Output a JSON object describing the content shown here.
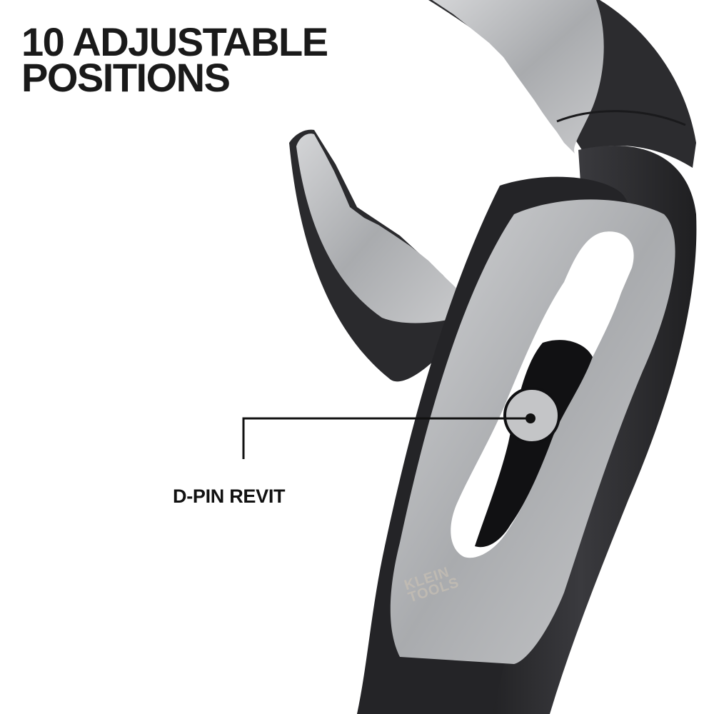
{
  "headline": {
    "line1": "10 ADJUSTABLE",
    "line2": "POSITIONS"
  },
  "callout": {
    "label": "D-PIN REVIT",
    "target": "pivot-pin",
    "line_color": "#111111"
  },
  "product": {
    "type": "tongue-and-groove pliers",
    "engraving_line1": "KLEIN",
    "engraving_line2": "TOOLS"
  },
  "colors": {
    "background": "#ffffff",
    "text": "#1a1a1a",
    "handle": "#2a2a2d",
    "steel": "#b9bbbe"
  }
}
